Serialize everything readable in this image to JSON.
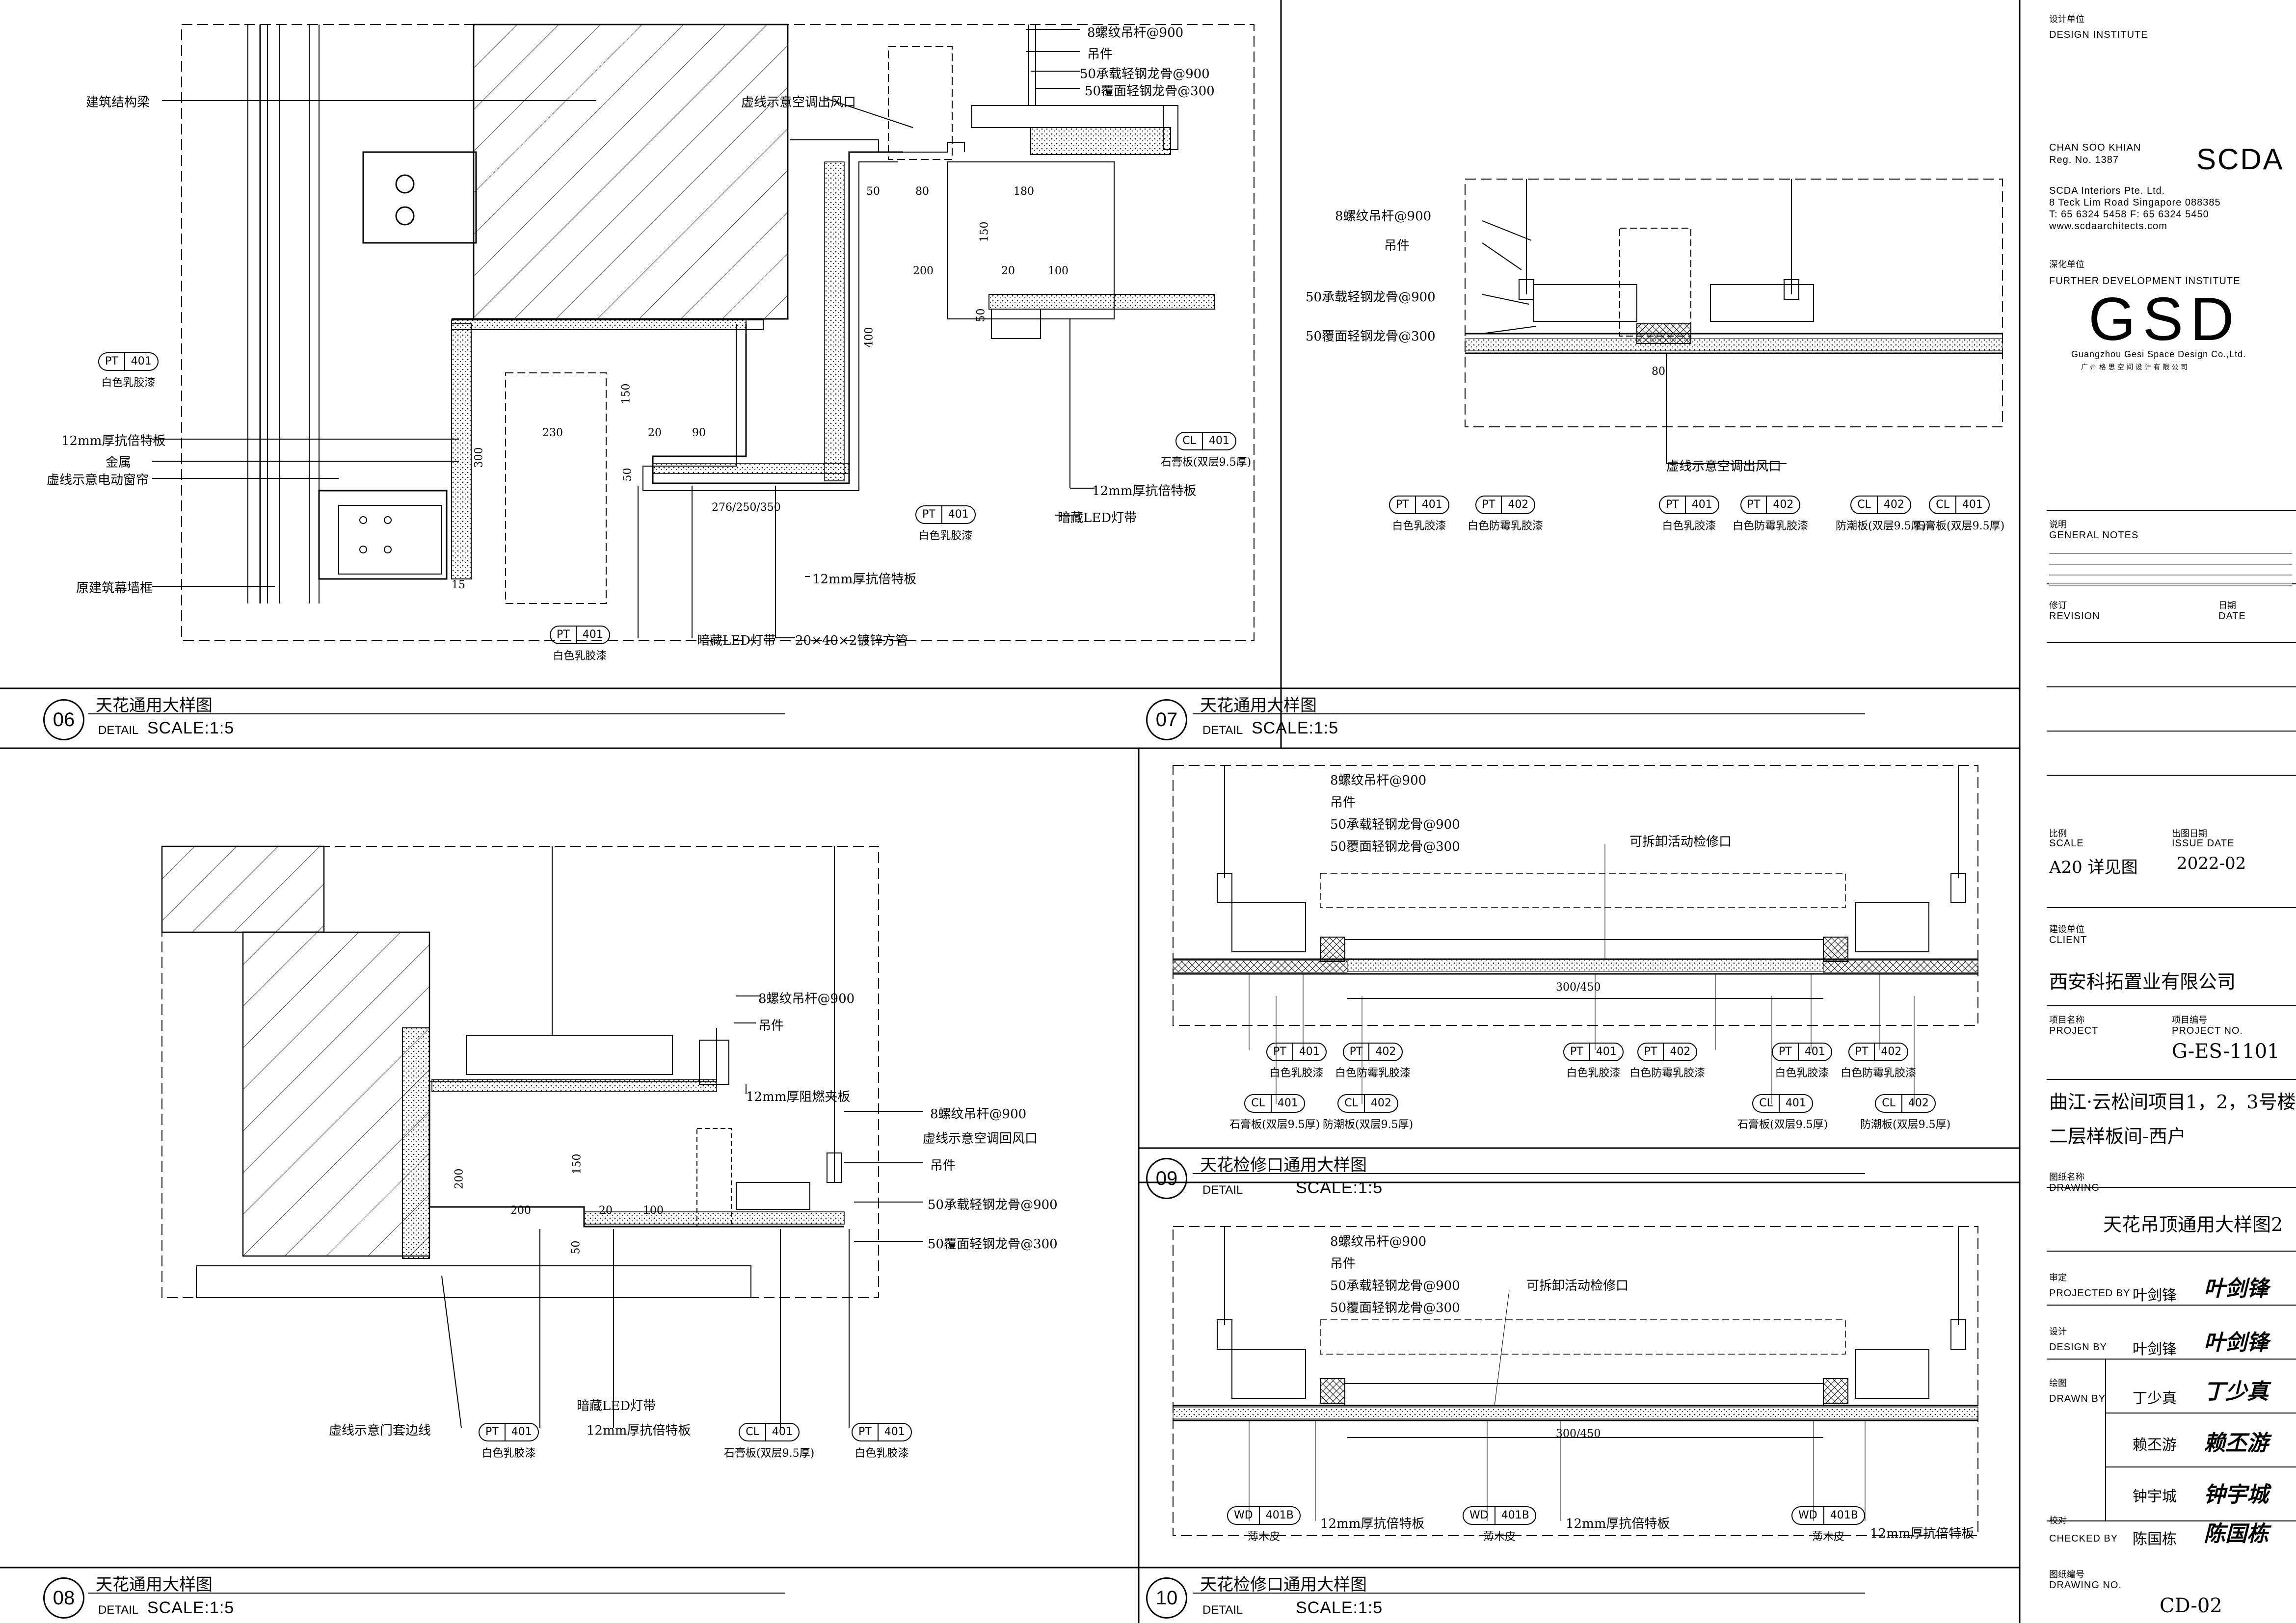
{
  "details": {
    "d06": {
      "num": "06",
      "title": "天花通用大样图",
      "detail": "DETAIL",
      "scale": "SCALE:1:5",
      "labels": [
        "建筑结构梁",
        "12mm厚抗倍特板",
        "金属",
        "虚线示意电动窗帘",
        "原建筑幕墙框",
        "虚线示意空调出风口",
        "8螺纹吊杆@900",
        "吊件",
        "50承载轻钢龙骨@900",
        "50覆面轻钢龙骨@300",
        "12mm厚抗倍特板",
        "暗藏LED灯带",
        "12mm厚抗倍特板",
        "暗藏LED灯带",
        "20×40×2镀锌方管"
      ],
      "dims": [
        "50",
        "80",
        "180",
        "150",
        "200",
        "20",
        "100",
        "50",
        "400",
        "150",
        "20",
        "90",
        "50",
        "276/250/350",
        "300",
        "230",
        "15"
      ],
      "tags": [
        {
          "code": "PT",
          "num": "401",
          "desc": "白色乳胶漆"
        },
        {
          "code": "CL",
          "num": "401",
          "desc": "石膏板(双层9.5厚)"
        },
        {
          "code": "PT",
          "num": "401",
          "desc": "白色乳胶漆"
        },
        {
          "code": "PT",
          "num": "401",
          "desc": "白色乳胶漆"
        }
      ]
    },
    "d07": {
      "num": "07",
      "title": "天花通用大样图",
      "detail": "DETAIL",
      "scale": "SCALE:1:5",
      "labels": [
        "8螺纹吊杆@900",
        "吊件",
        "50承载轻钢龙骨@900",
        "50覆面轻钢龙骨@300",
        "虚线示意空调出风口"
      ],
      "dims": [
        "80"
      ],
      "tags": [
        {
          "code": "PT",
          "num": "401",
          "desc": "白色乳胶漆"
        },
        {
          "code": "PT",
          "num": "402",
          "desc": "白色防霉乳胶漆"
        },
        {
          "code": "PT",
          "num": "401",
          "desc": "白色乳胶漆"
        },
        {
          "code": "PT",
          "num": "402",
          "desc": "白色防霉乳胶漆"
        },
        {
          "code": "CL",
          "num": "402",
          "desc": "防潮板(双层9.5厚)"
        },
        {
          "code": "CL",
          "num": "401",
          "desc": "石膏板(双层9.5厚)"
        }
      ]
    },
    "d08": {
      "num": "08",
      "title": "天花通用大样图",
      "detail": "DETAIL",
      "scale": "SCALE:1:5",
      "labels": [
        "8螺纹吊杆@900",
        "吊件",
        "12mm厚阻燃夹板",
        "8螺纹吊杆@900",
        "虚线示意空调回风口",
        "吊件",
        "50承载轻钢龙骨@900",
        "50覆面轻钢龙骨@300",
        "虚线示意门套边线",
        "暗藏LED灯带",
        "12mm厚抗倍特板"
      ],
      "dims": [
        "150",
        "200",
        "200",
        "20",
        "100",
        "50"
      ],
      "tags": [
        {
          "code": "PT",
          "num": "401",
          "desc": "白色乳胶漆"
        },
        {
          "code": "CL",
          "num": "401",
          "desc": "石膏板(双层9.5厚)"
        },
        {
          "code": "PT",
          "num": "401",
          "desc": "白色乳胶漆"
        }
      ]
    },
    "d09": {
      "num": "09",
      "title": "天花检修口通用大样图",
      "detail": "DETAIL",
      "scale": "SCALE:1:5",
      "labels": [
        "8螺纹吊杆@900",
        "吊件",
        "50承载轻钢龙骨@900",
        "50覆面轻钢龙骨@300",
        "可拆卸活动检修口"
      ],
      "dims": [
        "300/450"
      ],
      "tags": [
        {
          "code": "PT",
          "num": "401",
          "desc": "白色乳胶漆"
        },
        {
          "code": "PT",
          "num": "402",
          "desc": "白色防霉乳胶漆"
        },
        {
          "code": "PT",
          "num": "401",
          "desc": "白色乳胶漆"
        },
        {
          "code": "PT",
          "num": "402",
          "desc": "白色防霉乳胶漆"
        },
        {
          "code": "PT",
          "num": "401",
          "desc": "白色乳胶漆"
        },
        {
          "code": "PT",
          "num": "402",
          "desc": "白色防霉乳胶漆"
        },
        {
          "code": "CL",
          "num": "401",
          "desc": "石膏板(双层9.5厚)"
        },
        {
          "code": "CL",
          "num": "402",
          "desc": "防潮板(双层9.5厚)"
        },
        {
          "code": "CL",
          "num": "401",
          "desc": "石膏板(双层9.5厚)"
        },
        {
          "code": "CL",
          "num": "402",
          "desc": "防潮板(双层9.5厚)"
        }
      ]
    },
    "d10": {
      "num": "10",
      "title": "天花检修口通用大样图",
      "detail": "DETAIL",
      "scale": "SCALE:1:5",
      "labels": [
        "8螺纹吊杆@900",
        "吊件",
        "50承载轻钢龙骨@900",
        "50覆面轻钢龙骨@300",
        "可拆卸活动检修口",
        "12mm厚抗倍特板",
        "12mm厚抗倍特板",
        "12mm厚抗倍特板"
      ],
      "dims": [
        "300/450"
      ],
      "tags": [
        {
          "code": "WD",
          "num": "401B",
          "desc": "薄木皮"
        },
        {
          "code": "WD",
          "num": "401B",
          "desc": "薄木皮"
        },
        {
          "code": "WD",
          "num": "401B",
          "desc": "薄木皮"
        }
      ]
    }
  },
  "titleblock": {
    "design_inst_cn": "设计单位",
    "design_inst_en": "DESIGN INSTITUTE",
    "person": "CHAN SOO KHIAN",
    "reg": "Reg. No. 1387",
    "scda_logo": "SCDA",
    "scda_company": "SCDA Interiors Pte. Ltd.",
    "scda_addr": "8 Teck Lim Road Singapore 088385",
    "scda_phone": "T: 65 6324 5458    F: 65 6324 5450",
    "scda_web": "www.scdaarchitects.com",
    "further_cn": "深化单位",
    "further_en": "FURTHER DEVELOPMENT INSTITUTE",
    "gsd_logo": "GSD",
    "gsd_en": "Guangzhou  Gesi Space Design Co.,Ltd.",
    "gsd_cn": "广 州 格 思 空 间 设 计 有 限 公 司",
    "notes_cn": "说明",
    "notes_en": "GENERAL NOTES",
    "rev_cn": "修订",
    "rev_en": "REVISION",
    "date_cn": "日期",
    "date_en": "DATE",
    "scale_cn": "比例",
    "scale_en": "SCALE",
    "scale_val": "A20 详见图",
    "issue_cn": "出图日期",
    "issue_en": "ISSUE DATE",
    "issue_val": "2022-02",
    "client_cn": "建设单位",
    "client_en": "CLIENT",
    "client_val": "西安科拓置业有限公司",
    "project_cn": "项目名称",
    "project_en": "PROJECT",
    "projno_cn": "项目编号",
    "projno_en": "PROJECT NO.",
    "projno_val": "G-ES-1101",
    "project_val1": "曲江·云松间项目1，2，3号楼",
    "project_val2": "二层样板间-西户",
    "drawing_cn": "图纸名称",
    "drawing_en": "DRAWING",
    "drawing_val": "天花吊顶通用大样图2",
    "projected_cn": "审定",
    "projected_en": "PROJECTED BY",
    "projected_val": "叶剑锋",
    "design_cn": "设计",
    "design_en": "DESIGN BY",
    "design_val": "叶剑锋",
    "drawn_cn": "绘图",
    "drawn_en": "DRAWN BY",
    "drawn_val1": "丁少真",
    "drawn_val2": "赖丕游",
    "drawn_val3": "钟宇城",
    "checked_cn": "校对",
    "checked_en": "CHECKED BY",
    "checked_val": "陈国栋",
    "drawno_cn": "图纸编号",
    "drawno_en": "DRAWING NO.",
    "drawno_val": "CD-02",
    "sig1": "叶剑锋",
    "sig2": "叶剑锋",
    "sig3": "丁少真",
    "sig4": "赖丕游",
    "sig5": "钟宇城",
    "sig6": "陈国栋"
  }
}
